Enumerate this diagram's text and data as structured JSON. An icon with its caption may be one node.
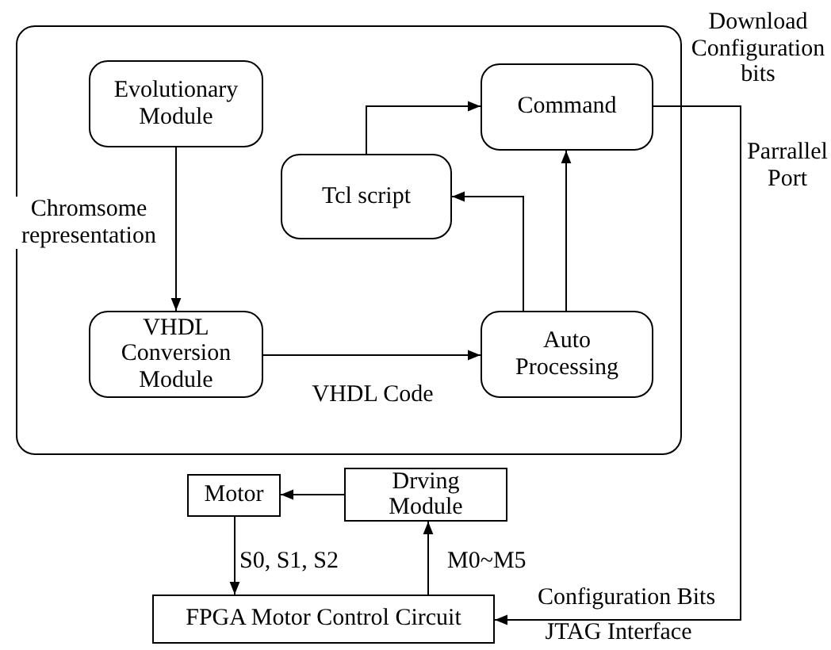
{
  "diagram": {
    "nodes": [
      {
        "text": [],
        "shape": "box"
      },
      {
        "text": [
          "Evolutionary Module"
        ],
        "in": 0
      },
      {
        "text": [
          "Command"
        ],
        "in": 0
      },
      {
        "text": [
          "Tcl script"
        ],
        "in": 0
      },
      {
        "text": [
          "VHDL Conversion Module"
        ],
        "in": 0
      },
      {
        "text": [
          "Auto Processing"
        ],
        "in": 0
      },
      {
        "text": [
          "Motor"
        ]
      },
      {
        "text": [
          "Drving Module"
        ]
      },
      {
        "text": [
          "FPGA Motor Control Circuit"
        ]
      }
    ],
    "edges": [
      {
        "from": 1,
        "to": 4,
        "arrow": "to",
        "label": "Chromsome representation"
      },
      {
        "from": 4,
        "to": 5,
        "arrow": "to",
        "label": "VHDL Code"
      },
      {
        "from": 5,
        "to": 3,
        "arrow": "to"
      },
      {
        "from": 5,
        "to": 2,
        "arrow": "to"
      },
      {
        "from": 3,
        "to": 2,
        "arrow": "to"
      },
      {
        "from": 2,
        "to": 8,
        "arrow": "to",
        "label": "Download Configuration bits"
      },
      {
        "from": 7,
        "to": 6,
        "arrow": "to"
      },
      {
        "from": 6,
        "to": 8,
        "arrow": "to",
        "label": "S0, S1, S2"
      },
      {
        "from": 8,
        "to": 7,
        "arrow": "to",
        "label": "M0~M5"
      }
    ],
    "labels": [
      "Parrallel Port",
      "Configuration Bits",
      "JTAG Interface"
    ]
  }
}
